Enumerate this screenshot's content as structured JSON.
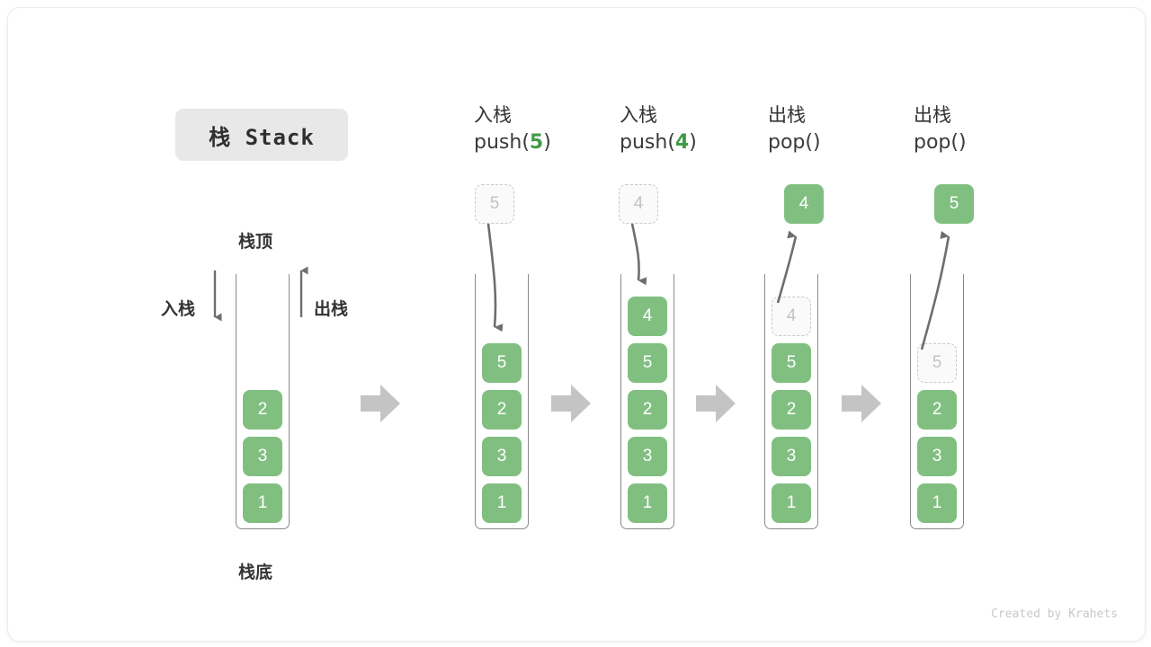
{
  "title": {
    "badge_text": "栈 Stack"
  },
  "legend": {
    "top_label": "栈顶",
    "bottom_label": "栈底",
    "push_label": "入栈",
    "pop_label": "出栈"
  },
  "credit": "Created by Krahets",
  "colors": {
    "cell_fill": "#81bf81",
    "cell_text": "#ffffff",
    "ghost_border": "#c9c9c9",
    "ghost_text": "#c2c2c2",
    "arrow_gray": "#c4c4c4",
    "line_gray": "#6e6e6e",
    "accent_green": "#3f9b46",
    "badge_bg": "#e8e8e8"
  },
  "steps": [
    {
      "id": "initial",
      "heading_cn": "",
      "heading_code": "",
      "stack": [
        "2",
        "3",
        "1"
      ],
      "floating_cell": null,
      "ghost_in_stack": null
    },
    {
      "id": "push-5",
      "heading_cn": "入栈",
      "heading_code_prefix": "push(",
      "heading_code_arg": "5",
      "heading_code_suffix": ")",
      "stack": [
        "5",
        "2",
        "3",
        "1"
      ],
      "floating_cell": {
        "value": "5",
        "style": "ghost"
      },
      "ghost_in_stack": null
    },
    {
      "id": "push-4",
      "heading_cn": "入栈",
      "heading_code_prefix": "push(",
      "heading_code_arg": "4",
      "heading_code_suffix": ")",
      "stack": [
        "4",
        "5",
        "2",
        "3",
        "1"
      ],
      "floating_cell": {
        "value": "4",
        "style": "ghost"
      },
      "ghost_in_stack": null
    },
    {
      "id": "pop-1",
      "heading_cn": "出栈",
      "heading_code_prefix": "pop(",
      "heading_code_arg": "",
      "heading_code_suffix": ")",
      "stack": [
        "5",
        "2",
        "3",
        "1"
      ],
      "floating_cell": {
        "value": "4",
        "style": "solid"
      },
      "ghost_in_stack": {
        "value": "4"
      }
    },
    {
      "id": "pop-2",
      "heading_cn": "出栈",
      "heading_code_prefix": "pop(",
      "heading_code_arg": "",
      "heading_code_suffix": ")",
      "stack": [
        "2",
        "3",
        "1"
      ],
      "floating_cell": {
        "value": "5",
        "style": "solid"
      },
      "ghost_in_stack": {
        "value": "5"
      }
    }
  ],
  "cells": {
    "s0": [
      "2",
      "3",
      "1"
    ],
    "s1": [
      "5",
      "2",
      "3",
      "1"
    ],
    "s2": [
      "4",
      "5",
      "2",
      "3",
      "1"
    ],
    "s3_ghost": "4",
    "s3": [
      "5",
      "2",
      "3",
      "1"
    ],
    "s4_ghost": "5",
    "s4": [
      "2",
      "3",
      "1"
    ],
    "float1": "5",
    "float2": "4",
    "float3": "4",
    "float4": "5"
  },
  "headings": {
    "h1_cn": "入栈",
    "h1_pre": "push(",
    "h1_arg": "5",
    "h1_post": ")",
    "h2_cn": "入栈",
    "h2_pre": "push(",
    "h2_arg": "4",
    "h2_post": ")",
    "h3_cn": "出栈",
    "h3_pre": "pop(",
    "h3_arg": "",
    "h3_post": ")",
    "h4_cn": "出栈",
    "h4_pre": "pop(",
    "h4_arg": "",
    "h4_post": ")"
  }
}
